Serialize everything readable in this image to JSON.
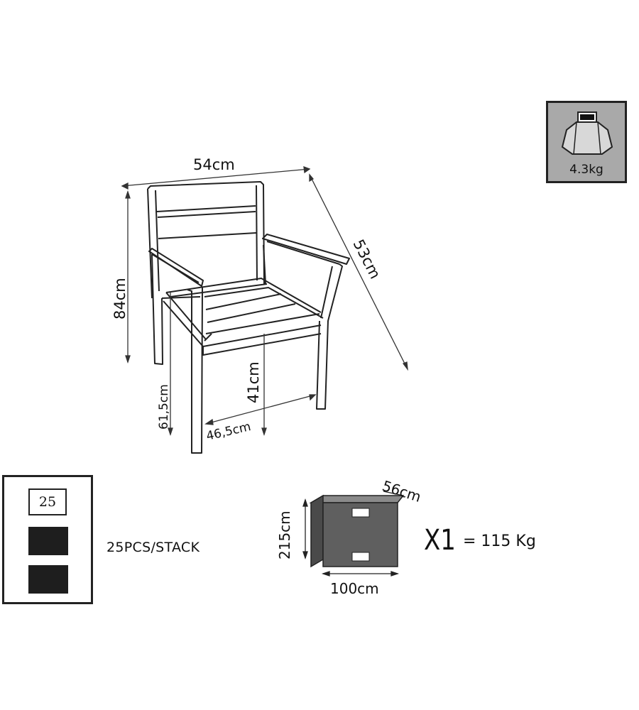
{
  "weight": {
    "value": "4.3kg",
    "icon": "weight-icon"
  },
  "chair": {
    "dimensions": {
      "width": "54cm",
      "depth": "53cm",
      "height": "84cm",
      "armrest_height": "61,5cm",
      "seat_height": "41cm",
      "seat_width": "46,5cm"
    }
  },
  "stack": {
    "count": "25",
    "label": "25PCS/STACK"
  },
  "pallet": {
    "depth": "56cm",
    "height": "215cm",
    "width": "100cm",
    "multiplier": "X1",
    "weight": "= 115 Kg",
    "box_color": "#5f5f5f"
  }
}
